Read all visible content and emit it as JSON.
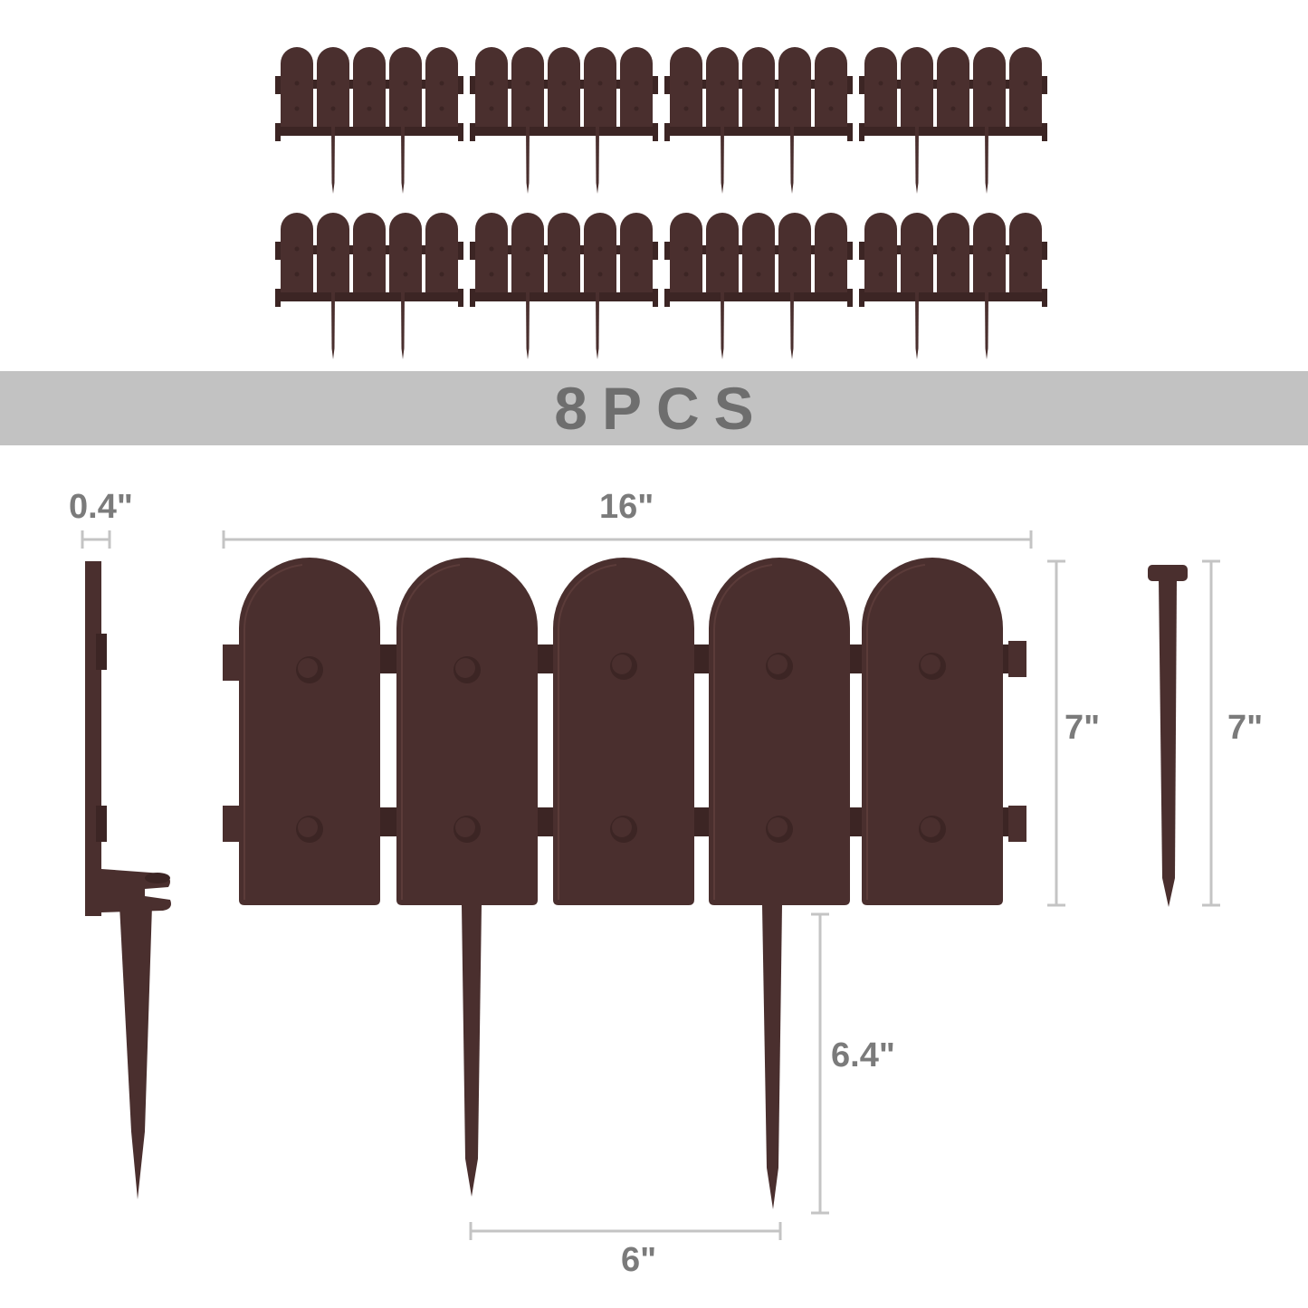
{
  "colors": {
    "fence": "#4a2f2e",
    "fence_dark": "#3c2524",
    "fence_light": "#5b3b39",
    "dimension_line": "#c4c4c4",
    "dimension_text": "#7b7b7b",
    "banner": "#c2c2c2",
    "banner_text": "#6e6e6e"
  },
  "product": {
    "pack_count": 8,
    "pickets_per_panel": 5,
    "stakes_per_panel": 2
  },
  "banner": {
    "label": "8PCS"
  },
  "dimensions": {
    "thickness": "0.4\"",
    "panel_width": "16\"",
    "panel_height": "7\"",
    "stake_length": "7\"",
    "stake_below": "6.4\"",
    "stake_spacing": "6\""
  }
}
